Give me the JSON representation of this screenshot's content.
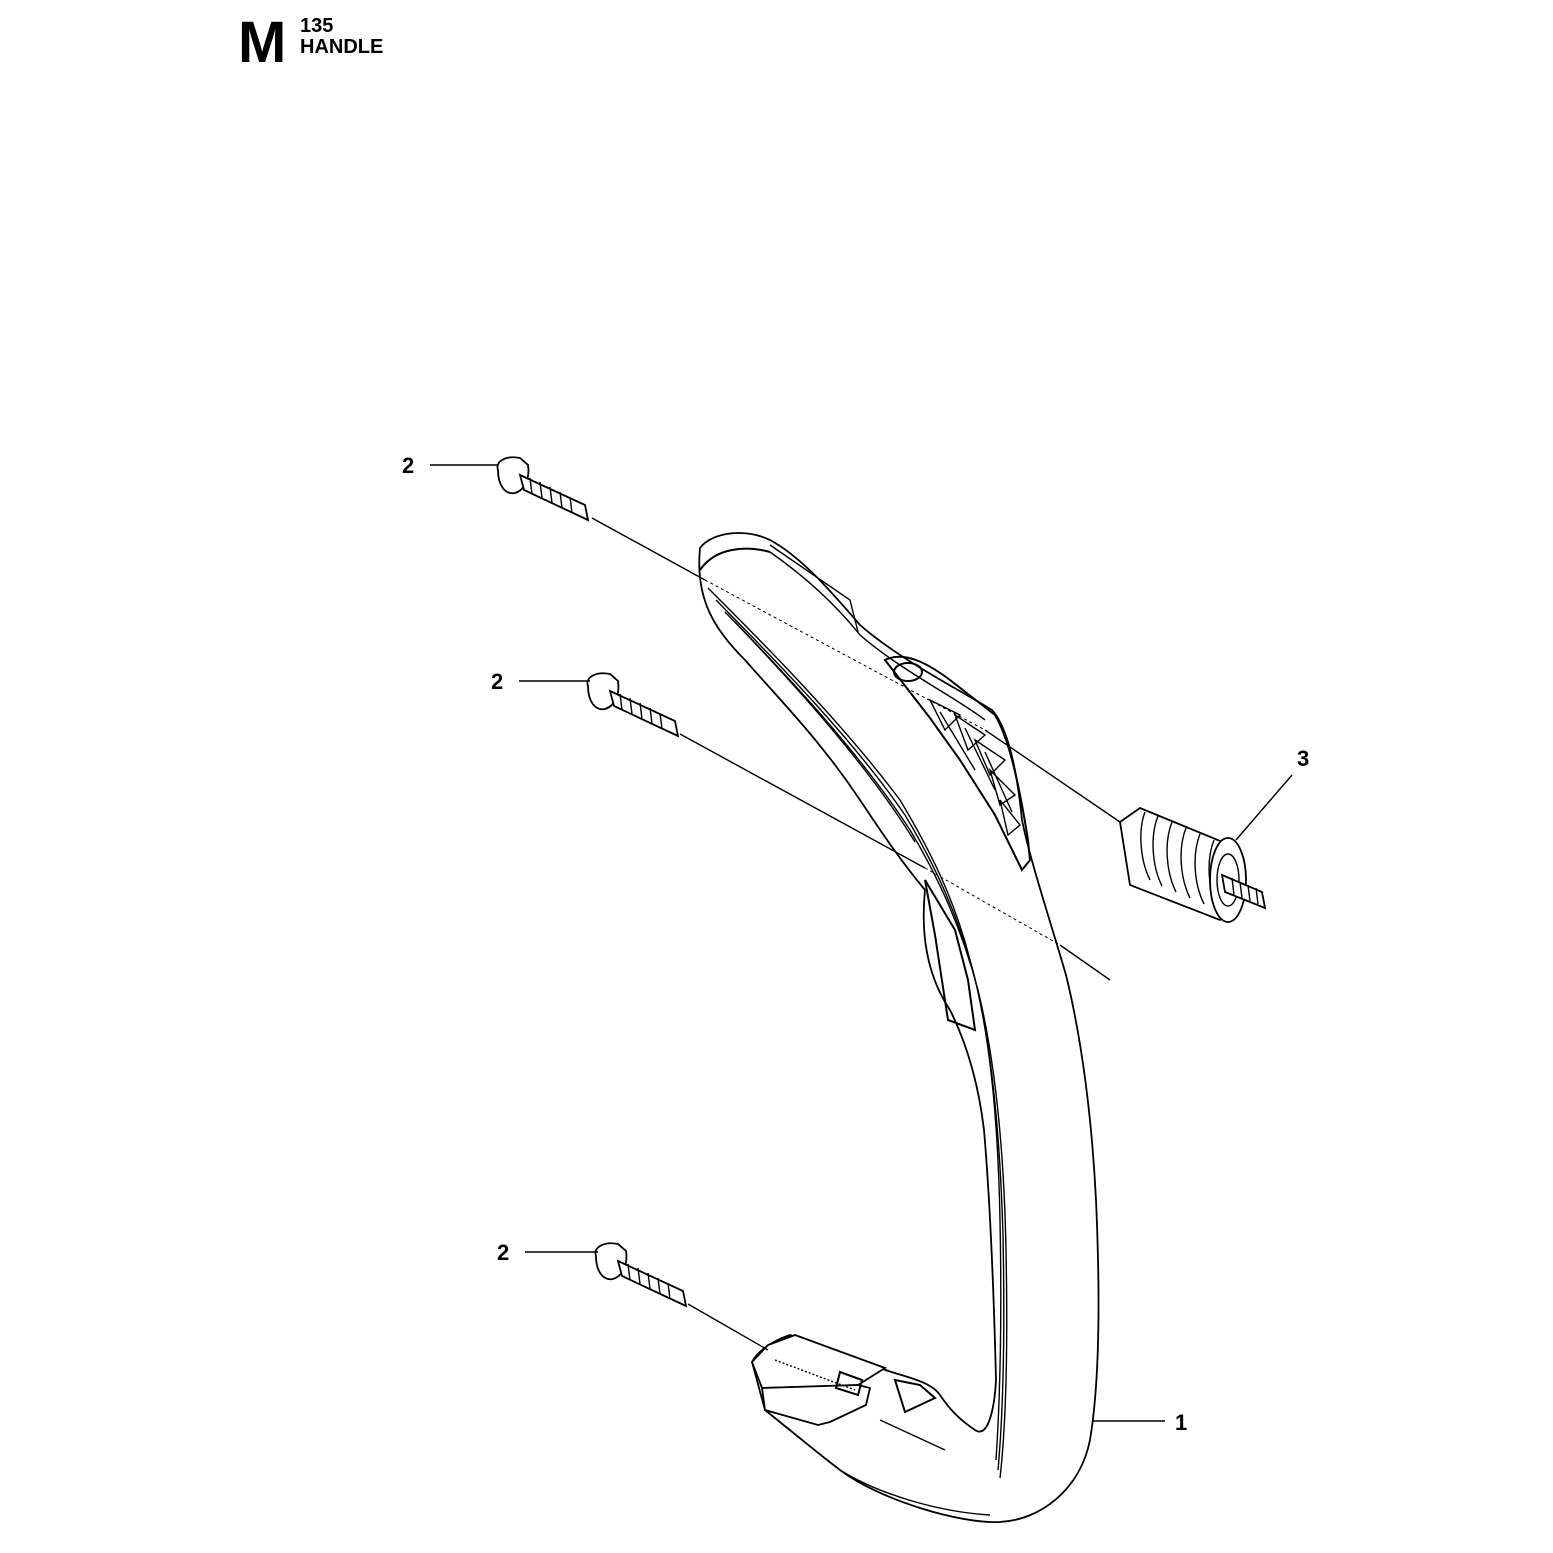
{
  "header": {
    "section_letter": "M",
    "section_number": "135",
    "section_title": "HANDLE"
  },
  "callouts": [
    {
      "id": "callout-1",
      "label": "1",
      "part": "handle"
    },
    {
      "id": "callout-2a",
      "label": "2",
      "part": "screw"
    },
    {
      "id": "callout-2b",
      "label": "2",
      "part": "screw"
    },
    {
      "id": "callout-2c",
      "label": "2",
      "part": "screw"
    },
    {
      "id": "callout-3",
      "label": "3",
      "part": "vibration-damper"
    }
  ],
  "colors": {
    "line": "#000000",
    "background": "#ffffff"
  }
}
